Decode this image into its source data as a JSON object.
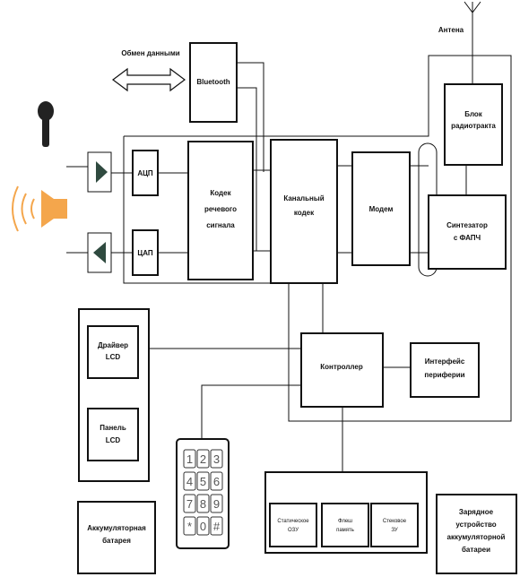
{
  "labels": {
    "antenna": "Антена",
    "data_exchange": "Обмен данными",
    "bluetooth": "Bluetooth",
    "radio_block": [
      "Блок",
      "радиотракта"
    ],
    "adc": "АЦП",
    "dac": "ЦАП",
    "speech_codec": [
      "Кодек",
      "речевого",
      "сигнала"
    ],
    "channel_codec": [
      "Канальный",
      "кодек"
    ],
    "modem": "Модем",
    "synthesizer": [
      "Синтезатор",
      "с ФАПЧ"
    ],
    "lcd_driver": [
      "Драйвер",
      "LCD"
    ],
    "lcd_panel": [
      "Панель",
      "LCD"
    ],
    "controller": "Контроллер",
    "peripheral_interface": [
      "Интерфейс",
      "периферии"
    ],
    "static_ram": [
      "Статическое",
      "ОЗУ"
    ],
    "flash_memory": [
      "Флеш",
      "память"
    ],
    "stack_memory": [
      "Стековое",
      "ЗУ"
    ],
    "battery": [
      "Аккумуляторная",
      "батарея"
    ],
    "charger": [
      "Зарядное",
      "устройство",
      "аккумуляторной",
      "батареи"
    ]
  },
  "keypad": [
    "1",
    "2",
    "3",
    "4",
    "5",
    "6",
    "7",
    "8",
    "9",
    "*",
    "0",
    "#"
  ],
  "colors": {
    "speaker": "#f4a64c",
    "triangle": "#2f4a3f",
    "microphone": "#222222"
  },
  "icons": [
    "microphone-icon",
    "speaker-icon",
    "antenna-icon",
    "bidirectional-arrow-icon"
  ]
}
